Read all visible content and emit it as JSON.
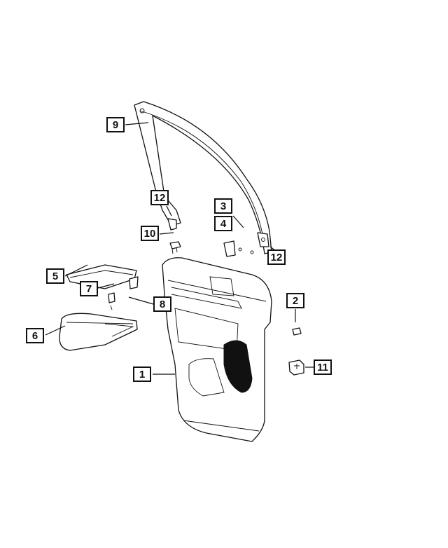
{
  "diagram": {
    "callouts": [
      {
        "id": "c1",
        "label": "1"
      },
      {
        "id": "c2",
        "label": "2"
      },
      {
        "id": "c3",
        "label": "3"
      },
      {
        "id": "c4",
        "label": "4"
      },
      {
        "id": "c5",
        "label": "5"
      },
      {
        "id": "c6",
        "label": "6"
      },
      {
        "id": "c7",
        "label": "7"
      },
      {
        "id": "c8",
        "label": "8"
      },
      {
        "id": "c9",
        "label": "9"
      },
      {
        "id": "c10",
        "label": "10"
      },
      {
        "id": "c11",
        "label": "11"
      },
      {
        "id": "c12a",
        "label": "12"
      },
      {
        "id": "c12b",
        "label": "12"
      }
    ]
  }
}
